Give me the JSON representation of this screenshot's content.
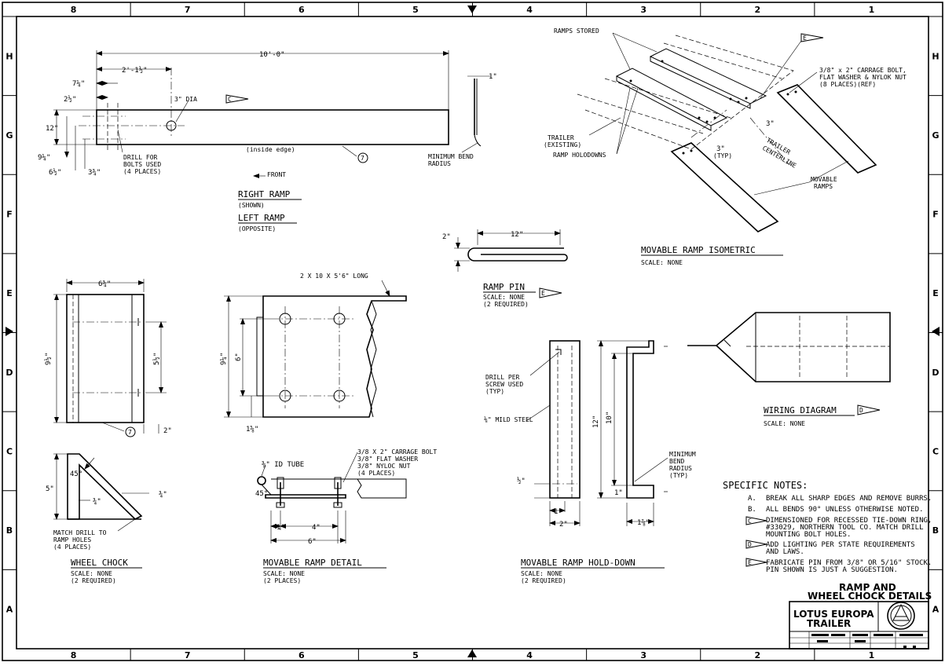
{
  "frame": {
    "columns": [
      "8",
      "7",
      "6",
      "5",
      "4",
      "3",
      "2",
      "1"
    ],
    "rows": [
      "H",
      "G",
      "F",
      "E",
      "D",
      "C",
      "B",
      "A"
    ]
  },
  "right_ramp": {
    "overall_length": "10'-0\"",
    "dim_hole_offset": "2'-1½\"",
    "dim_7_1_4": "7¼\"",
    "dim_2_1_2": "2½\"",
    "dim_12": "12\"",
    "dim_9_1_4": "9¼\"",
    "dim_6_1_2": "6½\"",
    "dim_3_3_4": "3¾\"",
    "hole_note": "3\" DIA",
    "hole_flag": "C",
    "drill_note": [
      "DRILL FOR",
      "BOLTS USED",
      "(4 PLACES)"
    ],
    "edge_note": "(inside edge)",
    "item_ref": "7",
    "bend_dim": "1\"",
    "bend_note": [
      "MINIMUM BEND",
      "RADIUS"
    ],
    "front_label": "FRONT",
    "title_right": "RIGHT RAMP",
    "sub_right": "(SHOWN)",
    "title_left": "LEFT RAMP",
    "sub_left": "(OPPOSITE)"
  },
  "isometric": {
    "ramps_stored": "RAMPS STORED",
    "flag": "E",
    "bolt_note": [
      "3/8\" x 2\" CARRAGE BOLT,",
      "FLAT WASHER & NYLOK NUT",
      "(8 PLACES)(REF)"
    ],
    "trailer": [
      "TRAILER",
      "(EXISTING)"
    ],
    "ramp_holddowns": "RAMP HOLODOWNS",
    "dim_3": "3\"",
    "dim_3_typ": [
      "3\"",
      "(TYP)"
    ],
    "centerline": [
      "TRAILER",
      "CENTERLINE"
    ],
    "movable_ramps": [
      "MOVABLE",
      "RAMPS"
    ],
    "title": "MOVABLE RAMP ISOMETRIC",
    "scale": "SCALE: NONE"
  },
  "ramp_pin": {
    "dim_2": "2\"",
    "dim_12": "12\"",
    "title": "RAMP PIN",
    "scale": "SCALE: NONE",
    "qty": "(2 REQUIRED)",
    "flag": "E"
  },
  "chock_plan": {
    "dim_6_3_4": "6¾\"",
    "dim_9_1_2": "9½\"",
    "dim_5_1_2": "5½\"",
    "dim_2": "2\"",
    "item_ref": "7"
  },
  "ramp_detail_plan": {
    "stock": "2 X 10 X 5'6\" LONG",
    "dim_9_1_4": "9¼\"",
    "dim_6": "6\"",
    "dim_1_5_8": "1⅝\""
  },
  "wheel_chock": {
    "dim_45": "45°",
    "dim_5": "5\"",
    "dim_3_4a": "¾\"",
    "dim_3_4b": "¾\"",
    "match_note": [
      "MATCH DRILL TO",
      "RAMP HOLES",
      "(4 PLACES)"
    ],
    "title": "WHEEL CHOCK",
    "scale": "SCALE: NONE",
    "qty": "(2 REQUIRED)"
  },
  "movable_detail": {
    "tube": "⅜\" ID TUBE",
    "dim_45": "45°",
    "bolt_note": [
      "3/8 X 2\" CARRAGE BOLT",
      "3/8\" FLAT WASHER",
      "3/8\" NYLOC NUT",
      "(4 PLACES)"
    ],
    "dim_1": "1\"",
    "dim_4": "4\"",
    "dim_6": "6\"",
    "title": "MOVABLE RAMP DETAIL",
    "scale": "SCALE: NONE",
    "qty": "(2 PLACES)"
  },
  "hold_down": {
    "drill_note": [
      "DRILL PER",
      "SCREW USED",
      "(TYP)"
    ],
    "steel": "⅛\" MILD STEEL",
    "dim_12": "12\"",
    "dim_10": "10\"",
    "dim_1_2": "½\"",
    "dim_1a": "1\"",
    "dim_1b": "1\"",
    "dim_2": "2\"",
    "dim_1_7_8": "1⅞\"",
    "bend_note": [
      "MINIMUM",
      "BEND",
      "RADIUS",
      "(TYP)"
    ],
    "title": "MOVABLE RAMP HOLD-DOWN",
    "scale": "SCALE: NONE",
    "qty": "(2 REQUIRED)"
  },
  "wiring": {
    "title": "WIRING DIAGRAM",
    "flag": "D",
    "scale": "SCALE: NONE"
  },
  "notes": {
    "header": "SPECIFIC NOTES:",
    "items": [
      {
        "tag": "A.",
        "lines": [
          "BREAK ALL SHARP EDGES AND REMOVE BURRS."
        ]
      },
      {
        "tag": "B.",
        "lines": [
          "ALL BENDS 90° UNLESS OTHERWISE NOTED."
        ]
      },
      {
        "tag": "C",
        "lines": [
          "DIMENSIONED FOR RECESSED TIE-DOWN RING,",
          "#33029, NORTHERN TOOL CO. MATCH DRILL",
          "MOUNTING BOLT HOLES."
        ]
      },
      {
        "tag": "D",
        "lines": [
          "ADD LIGHTING PER STATE REQUIREMENTS",
          "AND LAWS."
        ]
      },
      {
        "tag": "E",
        "lines": [
          "FABRICATE PIN FROM 3/8\" OR 5/16\" STOCK.",
          "PIN SHOWN IS JUST A SUGGESTION."
        ]
      }
    ]
  },
  "title_block": {
    "sheet_title": [
      "RAMP AND",
      "WHEEL CHOCK DETAILS"
    ],
    "project": [
      "LOTUS EUROPA",
      "TRAILER"
    ]
  }
}
